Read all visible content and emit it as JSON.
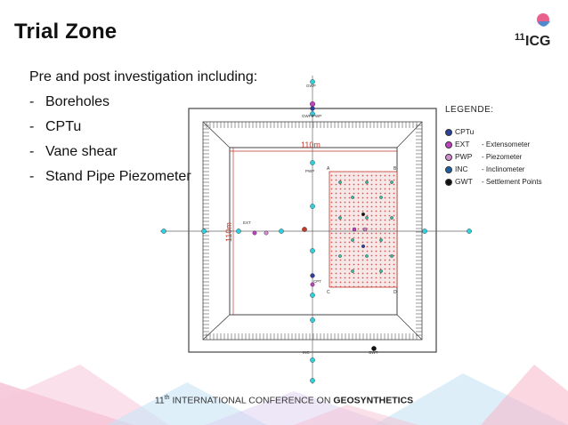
{
  "slide": {
    "title": "Trial Zone",
    "logo_number": "11",
    "logo_text": "ICG"
  },
  "intro": "Pre and post investigation including:",
  "items": [
    {
      "dash": "-",
      "label": "Boreholes"
    },
    {
      "dash": "-",
      "label": "CPTu"
    },
    {
      "dash": "-",
      "label": "Vane shear"
    },
    {
      "dash": "-",
      "label": "Stand Pipe Piezometer"
    }
  ],
  "plan": {
    "dim_horizontal": "110m",
    "dim_vertical": "110m",
    "corners": [
      "A",
      "B",
      "C",
      "D"
    ],
    "labels": [
      "GWP",
      "GWP/PWP",
      "CPT",
      "EXT",
      "INC",
      "GWT",
      "PWP"
    ]
  },
  "legend": {
    "title": "LEGENDE:",
    "entries": [
      {
        "code": "CPTu",
        "desc": "",
        "color": "#2b3f9e"
      },
      {
        "code": "EXT",
        "desc": "- Extensometer",
        "color": "#c13fc1"
      },
      {
        "code": "PWP",
        "desc": "- Piezometer",
        "color": "#d48ad4"
      },
      {
        "code": "INC",
        "desc": "- Inclinometer",
        "color": "#1f5fa6"
      },
      {
        "code": "GWT",
        "desc": "- Settlement Points",
        "color": "#111111"
      }
    ]
  },
  "footer": {
    "prefix": "11",
    "sup": "th",
    "middle": " INTERNATIONAL CONFERENCE ON ",
    "bold": "GEOSYNTHETICS"
  },
  "colors": {
    "accent_pink": "#e8457a",
    "accent_blue": "#3a8fd8",
    "cyan_marker": "#2fd0e0",
    "hatch_red": "#d2555a"
  }
}
